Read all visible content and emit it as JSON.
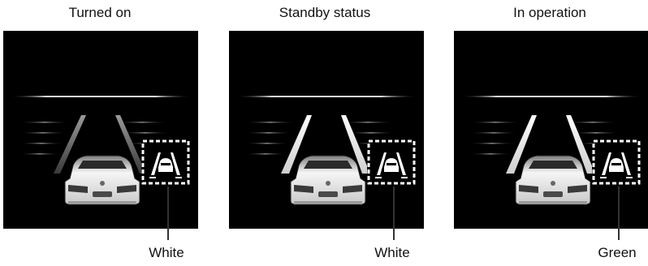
{
  "panels": [
    {
      "title": "Turned on",
      "indicator_color_label": "White"
    },
    {
      "title": "Standby status",
      "indicator_color_label": "White"
    },
    {
      "title": "In operation",
      "indicator_color_label": "Green"
    }
  ],
  "colors": {
    "background": "#ffffff",
    "screen": "#000000",
    "line_white": "#f2f2f2",
    "lane_dim": "#6a6a6a",
    "text": "#111111"
  }
}
